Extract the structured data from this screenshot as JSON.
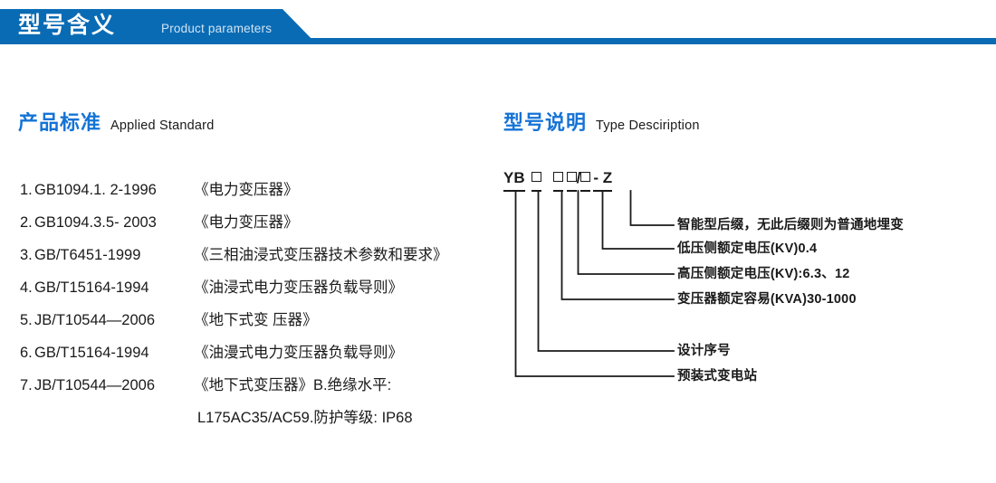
{
  "header": {
    "title_cn": "型号含义",
    "title_en": "Product parameters",
    "bar_color": "#0a6bb5"
  },
  "sections": {
    "standard": {
      "heading_cn": "产品标准",
      "heading_en": "Applied Standard",
      "accent_color": "#1573d6"
    },
    "type": {
      "heading_cn": "型号说明",
      "heading_en": "Type Desciription",
      "accent_color": "#1573d6"
    }
  },
  "standards": [
    {
      "num": "1.",
      "code": "GB1094.1. 2-1996",
      "name": "《电力变压器》"
    },
    {
      "num": "2.",
      "code": "GB1094.3.5- 2003",
      "name": "《电力变压器》"
    },
    {
      "num": "3.",
      "code": "GB/T6451-1999",
      "name": "《三相油浸式变压器技术参数和要求》"
    },
    {
      "num": "4.",
      "code": "GB/T15164-1994",
      "name": "《油浸式电力变压器负载导则》"
    },
    {
      "num": "5.",
      "code": "JB/T10544—2006",
      "name": "《地下式变 压器》"
    },
    {
      "num": "6.",
      "code": "GB/T15164-1994",
      "name": "《油漫式电力变压器负载导则》"
    },
    {
      "num": "7.",
      "code": "JB/T10544—2006",
      "name": "《地下式变压器》B.绝缘水平:"
    },
    {
      "num": "",
      "code": "",
      "name": "L175AC35/AC59.防护等级: IP68",
      "continuation": true
    }
  ],
  "type_code": {
    "prefix": "YB",
    "separator": "/",
    "suffix": "- Z",
    "box_glyph": "□"
  },
  "type_labels": [
    {
      "text": "智能型后缀，无此后缀则为普通地埋变"
    },
    {
      "text": "低压侧额定电压(KV)0.4"
    },
    {
      "text": "高压侧额定电压(KV):6.3、12"
    },
    {
      "text": "变压器额定容易(KVA)30-1000"
    },
    {
      "text": "设计序号"
    },
    {
      "text": "预装式变电站"
    }
  ]
}
